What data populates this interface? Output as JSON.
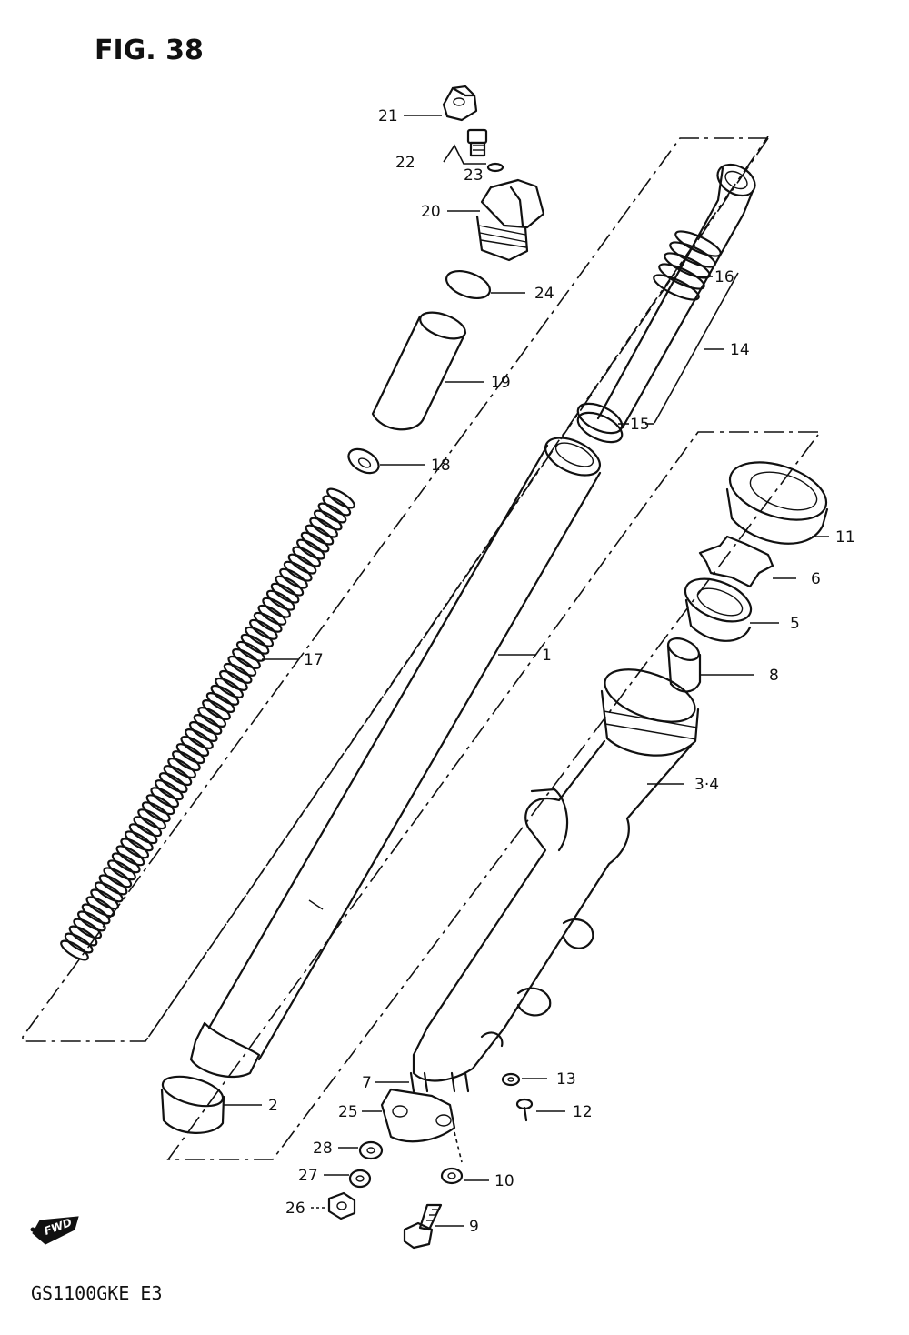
{
  "figure": {
    "title": "FIG. 38",
    "model_code": "GS1100GKE E3",
    "fwd_marker": "FWD"
  },
  "callouts": [
    {
      "number": "21",
      "part": "cap"
    },
    {
      "number": "22",
      "part": "valve"
    },
    {
      "number": "23",
      "part": "o-ring-small"
    },
    {
      "number": "20",
      "part": "cap-bolt"
    },
    {
      "number": "24",
      "part": "o-ring"
    },
    {
      "number": "19",
      "part": "spacer-tube"
    },
    {
      "number": "18",
      "part": "spring-seat"
    },
    {
      "number": "17",
      "part": "fork-spring"
    },
    {
      "number": "16",
      "part": "rebound-spring"
    },
    {
      "number": "14",
      "part": "damper-rod"
    },
    {
      "number": "15",
      "part": "piston-ring"
    },
    {
      "number": "1",
      "part": "inner-tube"
    },
    {
      "number": "2",
      "part": "guide-bushing"
    },
    {
      "number": "11",
      "part": "dust-seal"
    },
    {
      "number": "6",
      "part": "stopper-ring"
    },
    {
      "number": "5",
      "part": "oil-seal"
    },
    {
      "number": "8",
      "part": "oil-lock-piece"
    },
    {
      "number": "3·4",
      "part": "outer-tube"
    },
    {
      "number": "13",
      "part": "washer"
    },
    {
      "number": "7",
      "part": "stud"
    },
    {
      "number": "12",
      "part": "drain-screw"
    },
    {
      "number": "25",
      "part": "axle-holder"
    },
    {
      "number": "28",
      "part": "washer"
    },
    {
      "number": "27",
      "part": "spring-washer"
    },
    {
      "number": "10",
      "part": "gasket"
    },
    {
      "number": "26",
      "part": "nut"
    },
    {
      "number": "9",
      "part": "bolt"
    }
  ]
}
